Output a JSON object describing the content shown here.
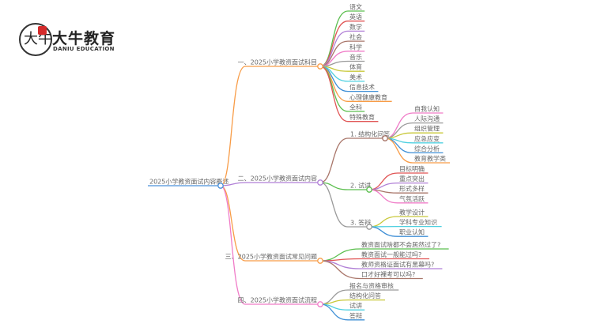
{
  "logo": {
    "cn": "大牛教育",
    "en": "DANIU EDUCATION",
    "mark": "大牛"
  },
  "colors": {
    "root": "#4a90d9",
    "orange": "#f89c47",
    "purple": "#b07fd6",
    "pink": "#f07cc8",
    "text": "#666666"
  },
  "mindmap": {
    "root": "2025小学教资面试内容概述",
    "branches": [
      {
        "label": "一、2025小学教资面试科目",
        "children": [
          "语文",
          "英语",
          "数学",
          "社会",
          "科学",
          "音乐",
          "体育",
          "美术",
          "信息技术",
          "心理健康教育",
          "全科",
          "特殊教育"
        ]
      },
      {
        "label": "二、2025小学教资面试内容",
        "groups": [
          {
            "label": "1. 结构化问答",
            "children": [
              "自我认知",
              "人际沟通",
              "组织管理",
              "应急应变",
              "综合分析",
              "教育教学类"
            ]
          },
          {
            "label": "2. 试讲",
            "children": [
              "目标明确",
              "重点突出",
              "形式多样",
              "气氛活跃"
            ]
          },
          {
            "label": "3. 答辩",
            "children": [
              "教学设计",
              "学科专业知识",
              "职业认知"
            ]
          }
        ]
      },
      {
        "label": "三、2025小学教资面试常见问题",
        "children": [
          "教资面试啥都不会居然过了?",
          "教资面试一般能过吗?",
          "教师资格证面试有黑幕吗?",
          "口才好裸考可以吗?"
        ]
      },
      {
        "label": "四、2025小学教资面试流程",
        "children": [
          "报名与资格审核",
          "结构化问答",
          "试讲",
          "答辩"
        ]
      }
    ]
  }
}
